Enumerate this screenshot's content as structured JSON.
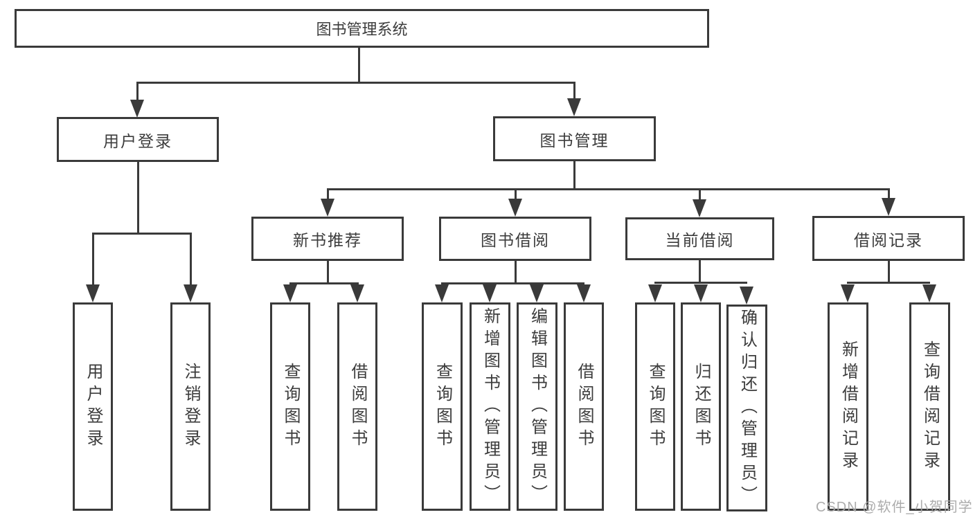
{
  "diagram": {
    "title": "图书管理系统",
    "nodes": {
      "user_login": "用户登录",
      "book_management": "图书管理",
      "new_book_recommendation": "新书推荐",
      "book_borrowing": "图书借阅",
      "current_borrowing": "当前借阅",
      "borrowing_records": "借阅记录",
      "leaf_user_login": "用户登录",
      "leaf_logout": "注销登录",
      "leaf_recommend_query_books": "查询图书",
      "leaf_recommend_borrow_books": "借阅图书",
      "leaf_borrow_query_books": "查询图书",
      "leaf_borrow_add_books_admin": "新增图书（管理员）",
      "leaf_borrow_edit_books_admin": "编辑图书（管理员）",
      "leaf_borrow_borrow_books": "借阅图书",
      "leaf_current_query_books": "查询图书",
      "leaf_current_return_books": "归还图书",
      "leaf_current_confirm_return_admin": "确认归还（管理员）",
      "leaf_record_add": "新增借阅记录",
      "leaf_record_query": "查询借阅记录"
    }
  },
  "watermark": {
    "text": "CSDN @软件_小贺同学"
  },
  "colors": {
    "background": "#ffffff",
    "box_border": "#3a3a3a",
    "connector_line": "#3a3a3a",
    "text": "#3c3c3c",
    "watermark_text": "#a8a8a8"
  }
}
